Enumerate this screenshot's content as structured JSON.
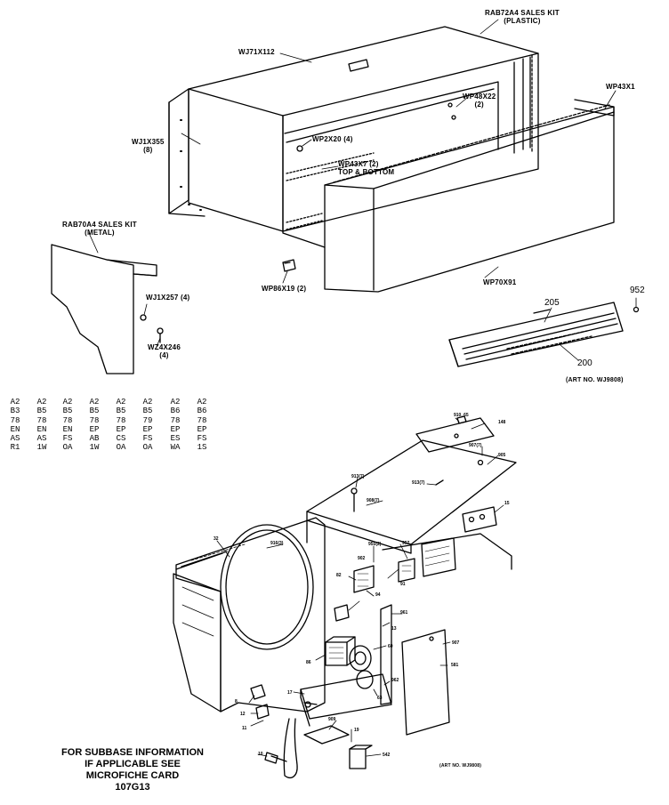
{
  "labels": {
    "rab72a4": [
      "RAB72A4 SALES KIT",
      "(PLASTIC)"
    ],
    "wj71x112": "WJ71X112",
    "wp43x1": "WP43X1",
    "wp48x22": [
      "WP48X22",
      "(2)"
    ],
    "wj1x355": [
      "WJ1X355",
      "(8)"
    ],
    "wp2x20": "WP2X20 (4)",
    "wp43x7": [
      "WP43X7 (2)",
      "TOP & BOTTOM"
    ],
    "rab70a4": [
      "RAB70A4 SALES KIT",
      "(METAL)"
    ],
    "wj1x257": "WJ1X257 (4)",
    "wz4x246": [
      "WZ4X246",
      "(4)"
    ],
    "wp86x19": "WP86X19 (2)",
    "wp70x91": "WP70X91",
    "n952": "952",
    "n205": "205",
    "n200": "200",
    "art_top": "(ART NO. WJ9808)",
    "art_bottom": "(ART NO. WJ9808)"
  },
  "models": [
    "A2B378ENASR1",
    "A2B578ENAS1W",
    "A2B578ENFSOA",
    "A2B578EPAB1W",
    "A2B578EPCSOA",
    "A2B579EPFSOA",
    "A2B678EPESWA",
    "A2B678EPFS1S"
  ],
  "part_numbers": {
    "p1": "910, 65",
    "p2": "148",
    "p3": "907(7)",
    "p4": "905",
    "p5": "913(7)",
    "p6": "908(7)",
    "p7": "913(7)",
    "p8": "15",
    "p9": "32",
    "p10": "916(3)",
    "p11": "955(2)",
    "p12": "902",
    "p13": "957",
    "p14": "82",
    "p15": "91",
    "p16": "94",
    "p17": "961",
    "p18": "13",
    "p19": "60",
    "p20": "907",
    "p21": "581",
    "p22": "86",
    "p23": "12",
    "p24": "11",
    "p25": "17",
    "p26": "909",
    "p27": "542",
    "p28": "10",
    "p29": "19",
    "p30": "962",
    "p31": "63",
    "p32": "8"
  },
  "note": [
    "FOR SUBBASE INFORMATION",
    "IF APPLICABLE SEE",
    "MICROFICHE CARD",
    "107G13"
  ]
}
